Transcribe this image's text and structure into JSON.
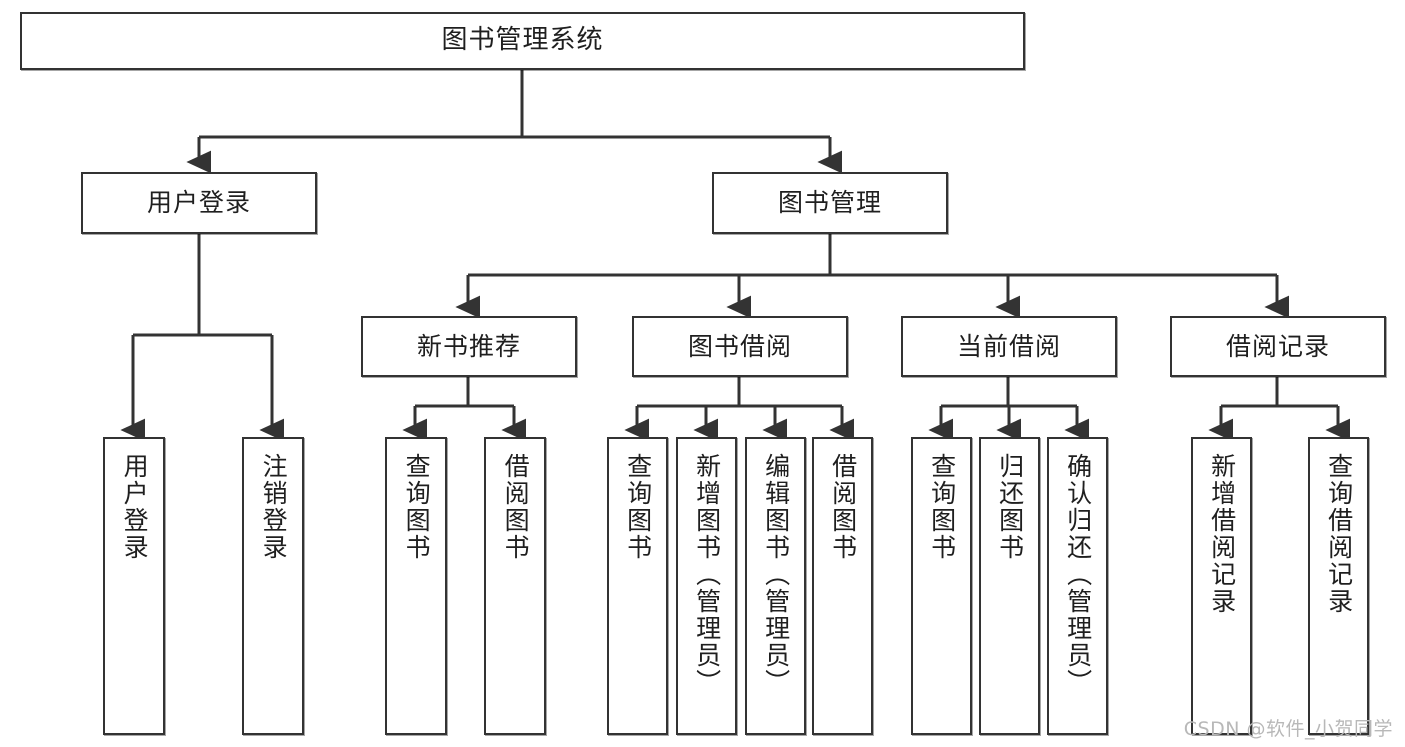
{
  "diagram": {
    "title": "图书管理系统",
    "type": "tree",
    "watermark": "CSDN @软件_小贺同学",
    "colors": {
      "stroke": "#333333",
      "fill": "#ffffff",
      "text": "#1f1f1f",
      "watermark": "#b8b8b8"
    },
    "nodes": {
      "root": {
        "label": "图书管理系统"
      },
      "level2": [
        {
          "label": "用户登录"
        },
        {
          "label": "图书管理"
        }
      ],
      "level3": [
        {
          "label": "新书推荐"
        },
        {
          "label": "图书借阅"
        },
        {
          "label": "当前借阅"
        },
        {
          "label": "借阅记录"
        }
      ],
      "leaves": {
        "user_login": [
          {
            "label": "用户登录"
          },
          {
            "label": "注销登录"
          }
        ],
        "new_book": [
          {
            "label": "查询图书"
          },
          {
            "label": "借阅图书"
          }
        ],
        "book_borrow": [
          {
            "label": "查询图书"
          },
          {
            "label": "新增图书（管理员）"
          },
          {
            "label": "编辑图书（管理员）"
          },
          {
            "label": "借阅图书"
          }
        ],
        "current_borrow": [
          {
            "label": "查询图书"
          },
          {
            "label": "归还图书"
          },
          {
            "label": "确认归还（管理员）"
          }
        ],
        "borrow_record": [
          {
            "label": "新增借阅记录"
          },
          {
            "label": "查询借阅记录"
          }
        ]
      }
    }
  }
}
